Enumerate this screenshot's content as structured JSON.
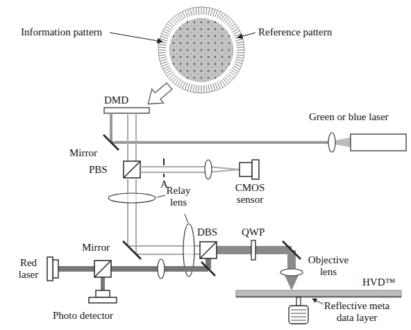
{
  "diagram": {
    "labels": [
      "Information pattern",
      "Reference pattern",
      "DMD",
      "Mirror",
      "Green or blue laser",
      "PBS",
      "A",
      "CMOS sensor",
      "Relay lens",
      "Mirror",
      "DBS",
      "QWP",
      "Objective lens",
      "Red laser",
      "HVD™",
      "Photo detector",
      "Reflective meta data layer"
    ]
  }
}
